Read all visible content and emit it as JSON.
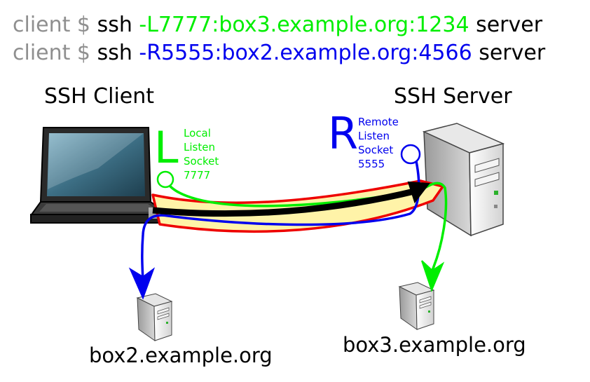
{
  "commands": [
    {
      "prompt": "client $ ",
      "cmd": "ssh ",
      "flag": "-L7777:box3.example.org:1234",
      "tail": " server"
    },
    {
      "prompt": "client $ ",
      "cmd": "ssh ",
      "flag": "-R5555:box2.example.org:4566",
      "tail": " server"
    }
  ],
  "labels": {
    "client": "SSH Client",
    "server": "SSH Server",
    "box2": "box2.example.org",
    "box3": "box3.example.org"
  },
  "local": {
    "letter": "L",
    "socket_text": "Local\nListen\nSocket\n7777"
  },
  "remote": {
    "letter": "R",
    "socket_text": "Remote\nListen\nSocket\n5555"
  },
  "colors": {
    "local": "#00ee00",
    "remote": "#0000ee",
    "tunnel_fill": "#fff3a8",
    "tunnel_border": "#ee0000",
    "prompt": "#8f8f8f"
  }
}
